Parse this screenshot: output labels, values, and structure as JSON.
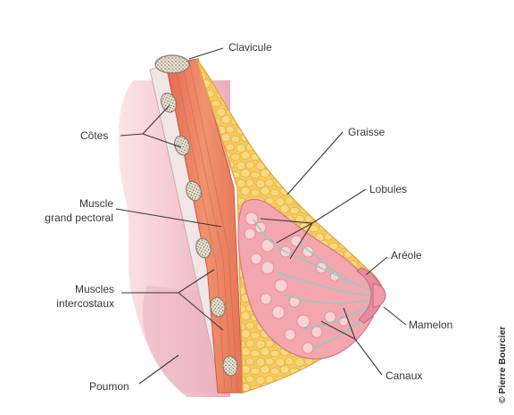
{
  "diagram": {
    "labels": {
      "clavicule": "Clavicule",
      "cotes": "Côtes",
      "muscle_line1": "Muscle",
      "muscle_line2": "grand pectoral",
      "intercostaux_line1": "Muscles",
      "intercostaux_line2": "intercostaux",
      "poumon": "Poumon",
      "graisse": "Graisse",
      "lobules": "Lobules",
      "areole": "Aréole",
      "mamelon": "Mamelon",
      "canaux": "Canaux"
    },
    "credit": "© Pierre Bourcier"
  },
  "colors": {
    "lung": "#f4cad3",
    "lung_shade": "#eab3c0",
    "muscle": "#e77a5c",
    "muscle_light": "#f29a78",
    "fat": "#f7cf6a",
    "fat_lobule": "#f8d97f",
    "gland": "#f3a9b0",
    "gland_light": "#fbd3d4",
    "ducts": "#7fd3c4",
    "bone": "#e9e2cf",
    "text": "#3a3340"
  }
}
